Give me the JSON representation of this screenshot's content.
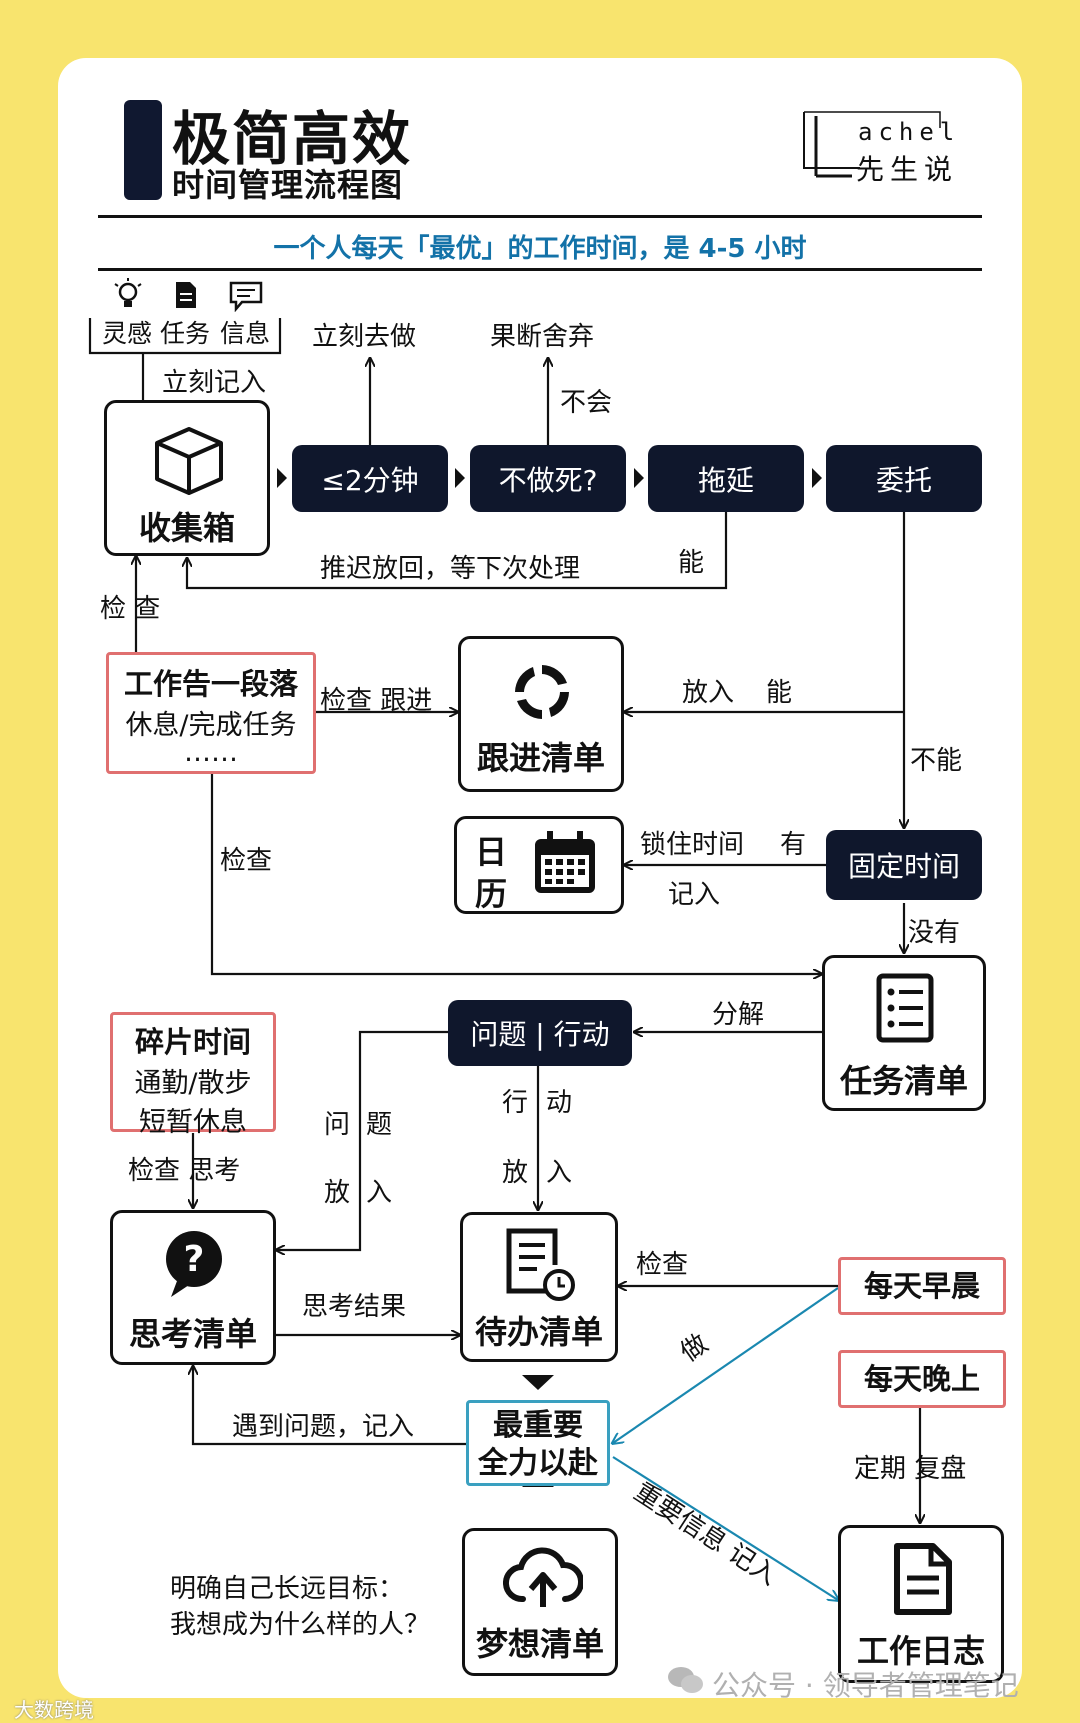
{
  "header": {
    "title": "极简高效",
    "subtitle": "时间管理流程图",
    "brand_top": "achel",
    "brand_bottom": "先生说",
    "tagline": "一个人每天「最优」的工作时间，是 4-5 小时"
  },
  "inputs": {
    "inspiration": "灵感",
    "task": "任务",
    "info": "信息",
    "record_now": "立刻记入"
  },
  "nodes": {
    "inbox": "收集箱",
    "two_min": "≤2分钟",
    "must_do": "不做死?",
    "procrastinate": "拖延",
    "delegate": "委托",
    "work_done_title": "工作告一段落",
    "work_done_line2": "休息/完成任务",
    "work_done_line3": "……",
    "follow_up": "跟进清单",
    "calendar_1": "日",
    "calendar_2": "历",
    "fixed_time": "固定时间",
    "task_list": "任务清单",
    "question_action": "问题 | 行动",
    "fragment_title": "碎片时间",
    "fragment_line2": "通勤/散步",
    "fragment_line3": "短暂休息",
    "think_list": "思考清单",
    "todo_list": "待办清单",
    "morning": "每天早晨",
    "evening": "每天晚上",
    "most_important_1": "最重要",
    "most_important_2": "全力以赴",
    "dream_list": "梦想清单",
    "work_log": "工作日志",
    "dream_note_1": "明确自己长远目标：",
    "dream_note_2": "我想成为什么样的人？"
  },
  "edges": {
    "do_now": "立刻去做",
    "abandon": "果断舍弃",
    "no_consequence": "不会",
    "postpone": "推迟放回，等下次处理",
    "can": "能",
    "check_spaced": "检 查",
    "check_follow": "检查 跟进",
    "put_in": "放入",
    "can2": "能",
    "cannot": "不能",
    "check": "检查",
    "lock_time": "锁住时间",
    "have": "有",
    "record": "记入",
    "none": "没有",
    "decompose": "分解",
    "question_1": "问",
    "question_2": "题",
    "put_1": "放",
    "put_2": "入",
    "action_1": "行",
    "action_2": "动",
    "put_3": "放",
    "put_4": "入",
    "check_think": "检查 思考",
    "check2": "检查",
    "think_result": "思考结果",
    "do": "做",
    "meet_problem": "遇到问题，记入",
    "important_info": "重要信息 记入",
    "regular_review": "定期 复盘"
  },
  "watermarks": {
    "wechat": "公众号 · 领导者管理笔记",
    "corner": "大数跨境"
  },
  "colors": {
    "background": "#f8e46e",
    "dark_box": "#0f172c",
    "accent_blue": "#1372a8",
    "red_border": "#e07070",
    "blue_border": "#3aa0c0"
  }
}
